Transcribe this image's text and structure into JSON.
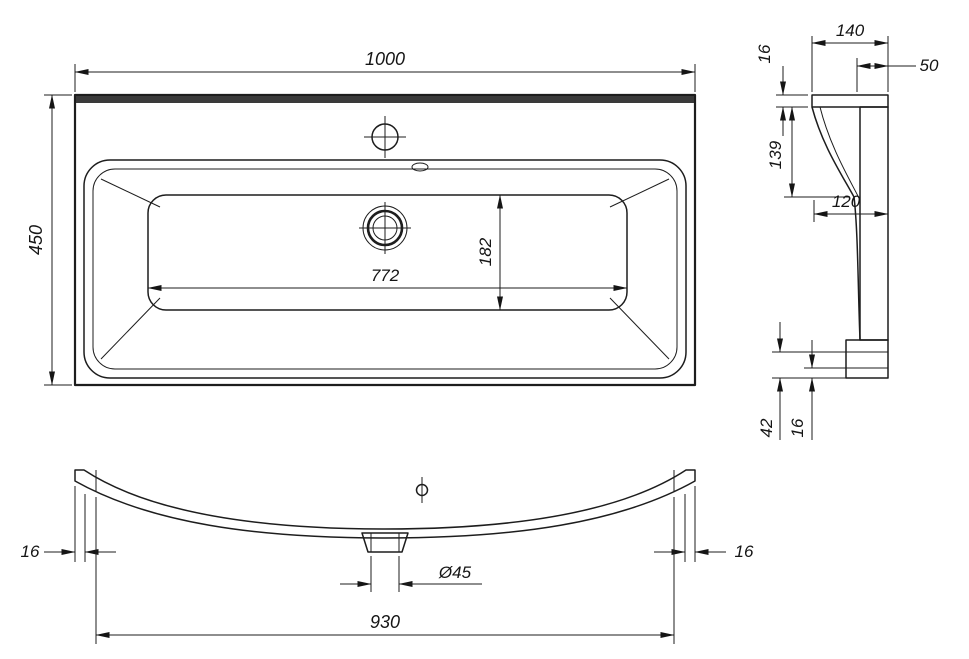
{
  "title": "washbasin-technical-drawing",
  "colors": {
    "line": "#1d1d1d",
    "background": "#ffffff",
    "band": "#3a3a3a"
  },
  "dims": {
    "plan": {
      "overall_width": "1000",
      "overall_depth": "450",
      "basin_width": "772",
      "basin_depth": "182"
    },
    "side": {
      "overall_height": "140",
      "rim_thickness": "16",
      "wall": "50",
      "front_height": "139",
      "bowl_depth": "120",
      "base_height": "42",
      "base_lip": "16"
    },
    "front": {
      "left_edge": "16",
      "right_edge": "16",
      "drain_diameter": "Ø45",
      "base_width": "930"
    }
  }
}
